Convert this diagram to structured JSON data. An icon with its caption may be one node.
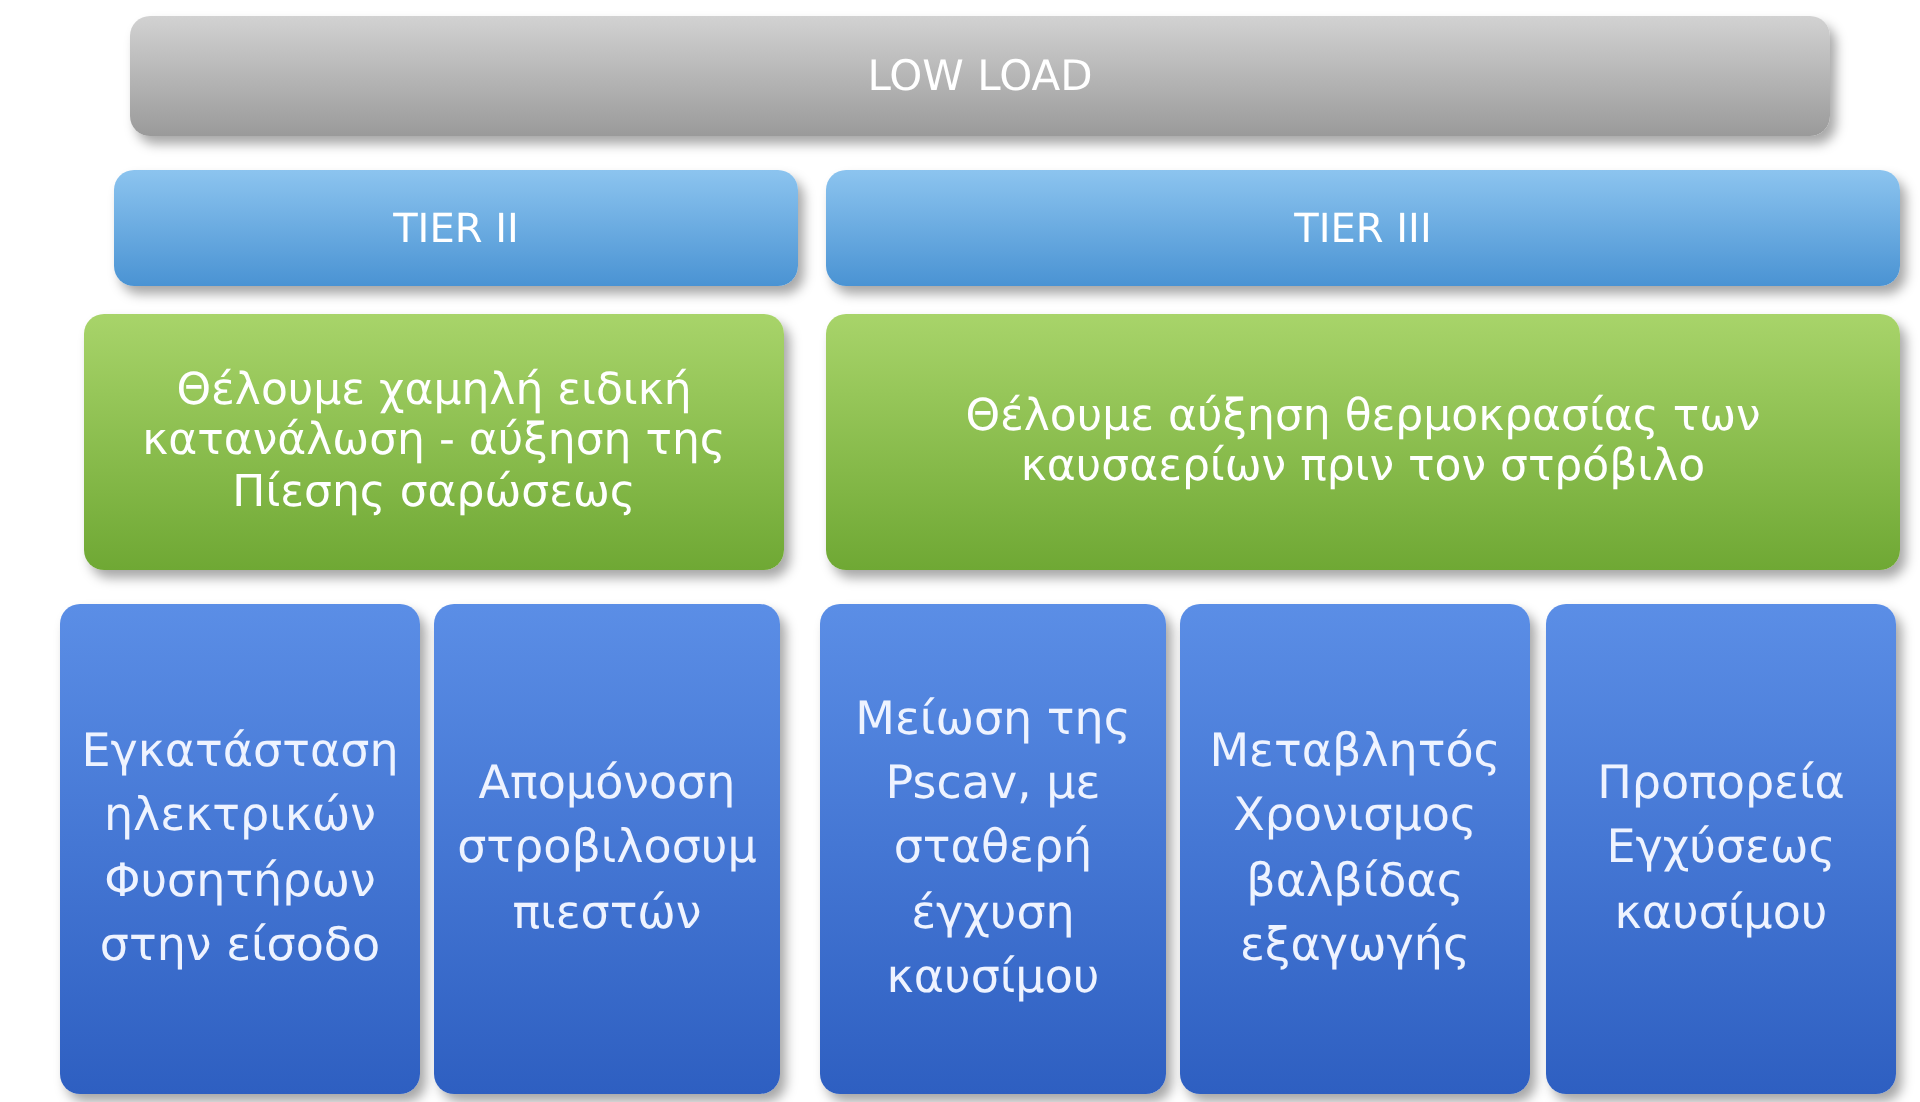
{
  "diagram": {
    "nodes": [
      {
        "text": [
          "LOW LOAD"
        ]
      },
      {
        "text": [
          "TIER II"
        ]
      },
      {
        "text": [
          "TIER III"
        ]
      },
      {
        "text": [
          "Θέλουμε χαμηλή ειδική κατανάλωση - αύξηση της Πίεσης σαρώσεως"
        ]
      },
      {
        "text": [
          "Θέλουμε αύξηση θερμοκρασίας των καυσαερίων πριν τον στρόβιλο"
        ]
      },
      {
        "text": [
          "Εγκατάσταση ηλεκτρικών Φυσητήρων στην είσοδο"
        ]
      },
      {
        "text": [
          "Απομόνοση στροβιλοσυμπιεστών"
        ]
      },
      {
        "text": [
          "Μείωση της Pscav, με σταθερή έγχυση καυσίμου"
        ]
      },
      {
        "text": [
          "Μεταβλητός Χρονισμος βαλβίδας εξαγωγής"
        ]
      },
      {
        "text": [
          "Προπορεία Εγχύσεως καυσίμου"
        ]
      }
    ],
    "edges": []
  }
}
